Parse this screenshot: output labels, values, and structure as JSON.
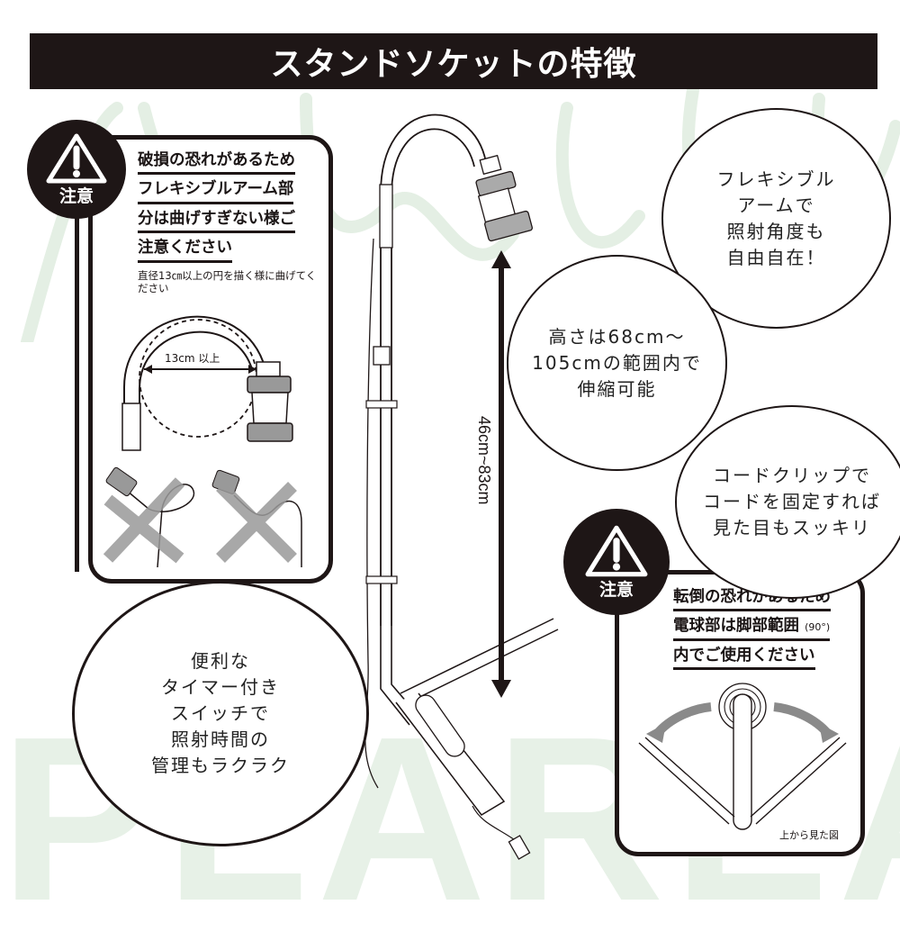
{
  "header": {
    "title": "スタンドソケットの特徴"
  },
  "caution_top": {
    "badge_label": "注意",
    "lines": [
      "破損の恐れがあるため",
      "フレキシブルアーム部",
      "分は曲げすぎない様ご",
      "注意ください"
    ],
    "note": "直径13㎝以上の円を描く様に曲げてください",
    "diagram_label": "13cm 以上"
  },
  "caution_bottom": {
    "badge_label": "注意",
    "lines": [
      "転倒の恐れがあるため",
      "電球部は脚部範囲",
      "内でご使用ください"
    ],
    "angle_note": "(90°)",
    "caption": "上から見た図"
  },
  "bubbles": {
    "flexible_arm": "フレキシブル\nアームで\n照射角度も\n自由自在！",
    "height_range": "高さは68cm～\n105cmの範囲内で\n伸縮可能",
    "cord_clip": "コードクリップで\nコードを固定すれば\n見た目もスッキリ",
    "timer_switch": "便利な\nタイマー付き\nスイッチで\n照射時間の\n管理もラクラク"
  },
  "dimension": {
    "label": "46cm~83cm"
  },
  "watermark": {
    "text": "PLAREA"
  },
  "colors": {
    "dark": "#1e1616",
    "watermark_green": "#e7f1e7",
    "gray_marks": "#8a8a8a"
  }
}
